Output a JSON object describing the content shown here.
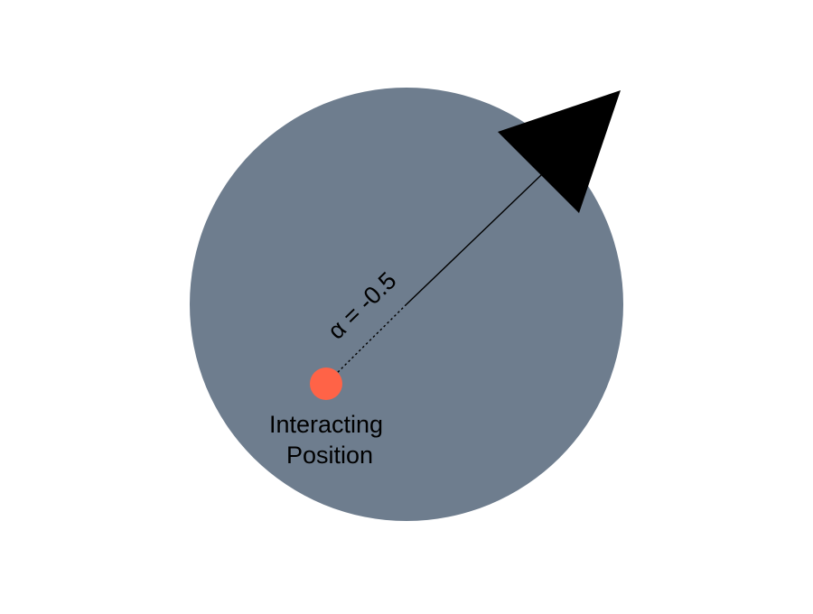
{
  "diagram": {
    "alpha_label": "α = -0.5",
    "position_label_line1": "Interacting",
    "position_label_line2": "Position"
  },
  "colors": {
    "disk": "#6e7d8e",
    "interacting_point": "#ff6347",
    "arrow": "#000000",
    "background": "#ffffff"
  }
}
